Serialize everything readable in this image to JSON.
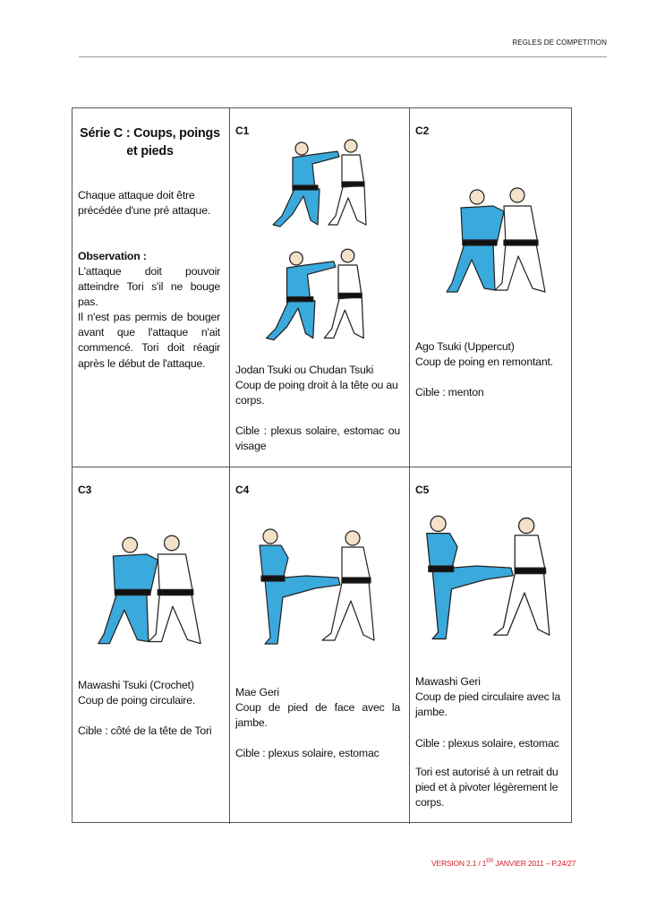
{
  "header": {
    "text": "REGLES DE COMPETITION"
  },
  "intro": {
    "title": "Série C : Coups, poings et pieds",
    "para1": "Chaque attaque doit être précédée d'une pré attaque.",
    "obs_label": "Observation :",
    "obs1": "L'attaque doit pouvoir atteindre Tori s'il ne bouge pas.",
    "obs2": "Il n'est pas permis de bouger avant que l'attaque n'ait commencé. Tori doit réagir après le début de l'attaque."
  },
  "cells": [
    {
      "label": "C1",
      "name": "Jodan Tsuki ou Chudan Tsuki",
      "desc": "Coup de poing droit à la tête ou au corps.",
      "target": "Cible : plexus solaire, estomac ou visage"
    },
    {
      "label": "C2",
      "name": "Ago Tsuki (Uppercut)",
      "desc": "Coup de poing en remontant.",
      "target": "Cible : menton"
    },
    {
      "label": "C3",
      "name": "Mawashi Tsuki (Crochet)",
      "desc": "Coup de poing circulaire.",
      "target": "Cible : côté de la tête de Tori"
    },
    {
      "label": "C4",
      "name": "Mae Geri",
      "desc": "Coup de pied de face avec la jambe.",
      "target": "Cible : plexus solaire, estomac"
    },
    {
      "label": "C5",
      "name": "Mawashi Geri",
      "desc": "Coup de pied circulaire avec la jambe.",
      "target": "Cible : plexus solaire, estomac",
      "note": "Tori est autorisé à un retrait du pied et à pivoter légèrement le corps."
    }
  ],
  "footer": {
    "version": "VERSION 2.1 / 1",
    "sup": "ER",
    "rest": " JANVIER 2011 – ",
    "page": "P.24/27"
  },
  "colors": {
    "blue_gi": "#3aa9dc",
    "footer": "#d0202b"
  }
}
